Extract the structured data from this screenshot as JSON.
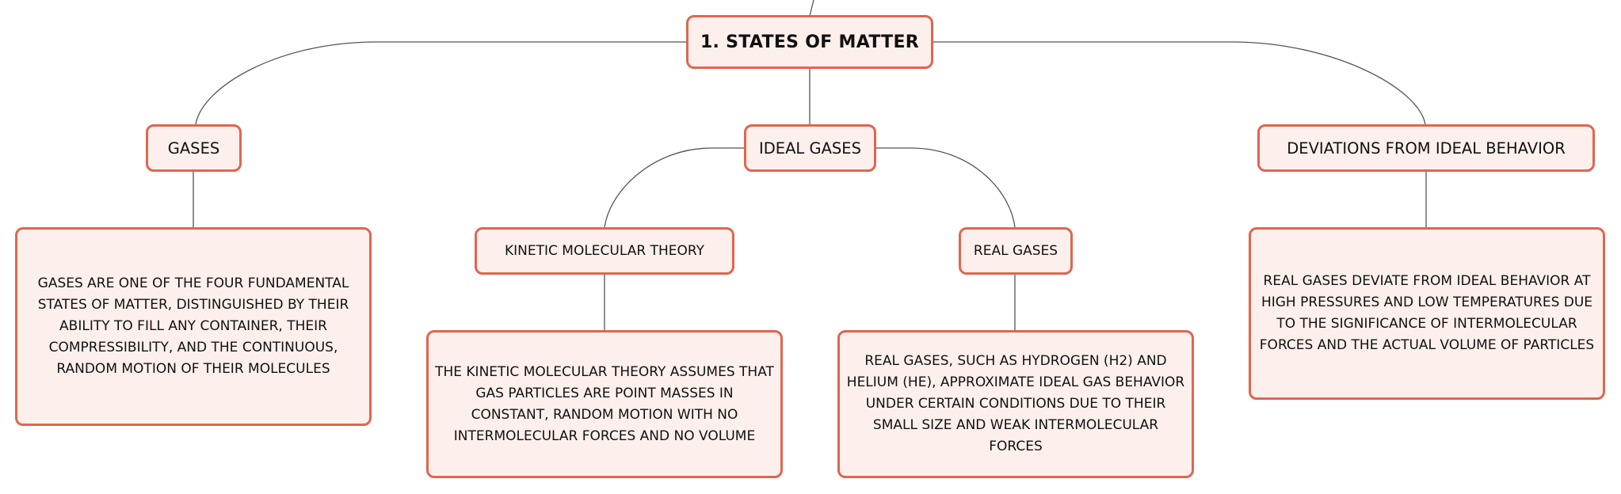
{
  "colors": {
    "node_border": "#e0654f",
    "node_fill": "#fdf0ec",
    "link": "#555555"
  },
  "root": {
    "label": "1. STATES OF MATTER"
  },
  "gases": {
    "label": "GASES",
    "description": "GASES ARE ONE OF THE FOUR FUNDAMENTAL STATES OF MATTER, DISTINGUISHED BY THEIR ABILITY TO FILL ANY CONTAINER, THEIR COMPRESSIBILITY, AND THE CONTINUOUS, RANDOM MOTION OF THEIR MOLECULES"
  },
  "ideal_gases": {
    "label": "IDEAL GASES",
    "kinetic": {
      "label": "KINETIC MOLECULAR THEORY",
      "description": "THE KINETIC MOLECULAR THEORY ASSUMES THAT GAS PARTICLES ARE POINT MASSES IN CONSTANT, RANDOM MOTION WITH NO INTERMOLECULAR FORCES AND NO VOLUME"
    },
    "real": {
      "label": "REAL GASES",
      "description": "REAL GASES, SUCH AS HYDROGEN (H2) AND HELIUM (HE), APPROXIMATE IDEAL GAS BEHAVIOR UNDER CERTAIN CONDITIONS DUE TO THEIR SMALL SIZE AND WEAK INTERMOLECULAR FORCES"
    }
  },
  "deviations": {
    "label": "DEVIATIONS FROM IDEAL BEHAVIOR",
    "description": "REAL GASES DEVIATE FROM IDEAL BEHAVIOR AT HIGH PRESSURES AND LOW TEMPERATURES DUE TO THE SIGNIFICANCE OF INTERMOLECULAR FORCES AND THE ACTUAL VOLUME OF PARTICLES"
  }
}
